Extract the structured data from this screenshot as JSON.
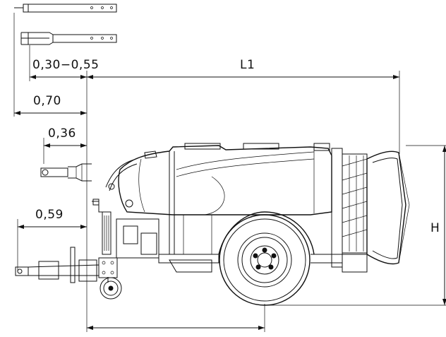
{
  "dimensions": {
    "drawbar_range": "0,30−0,55",
    "length": "L1",
    "drawbar_offset": "0,70",
    "hitch_offset": "0,36",
    "jack_offset": "0,59",
    "height": "H"
  },
  "colors": {
    "line": "#111111",
    "background": "#ffffff"
  }
}
